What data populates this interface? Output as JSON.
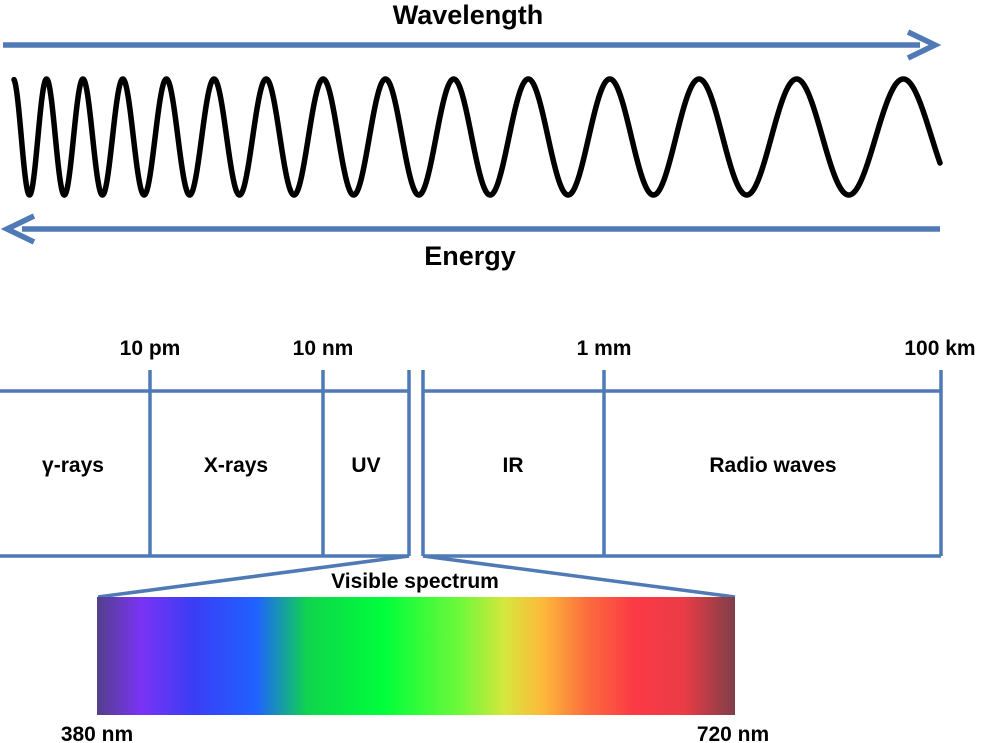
{
  "top": {
    "wavelength_label": "Wavelength",
    "energy_label": "Energy"
  },
  "scale": {
    "ticks": [
      {
        "label": "10 pm"
      },
      {
        "label": "10 nm"
      },
      {
        "label": "1 mm"
      },
      {
        "label": "100 km"
      }
    ],
    "regions": [
      {
        "label": "γ-rays"
      },
      {
        "label": "X-rays"
      },
      {
        "label": "UV"
      },
      {
        "label": "IR"
      },
      {
        "label": "Radio waves"
      }
    ]
  },
  "visible": {
    "title": "Visible spectrum",
    "min_label": "380 nm",
    "max_label": "720 nm"
  },
  "colors": {
    "accent": "#4f7ab5",
    "wave": "#000000",
    "spectrum": [
      "#54408c",
      "#7a33f5",
      "#3b3df5",
      "#1f62ff",
      "#0fd44d",
      "#00ff3a",
      "#70f83a",
      "#d7e63c",
      "#fdb83a",
      "#fb6b3d",
      "#fc3a45",
      "#ea3c46",
      "#7e3e48"
    ]
  }
}
